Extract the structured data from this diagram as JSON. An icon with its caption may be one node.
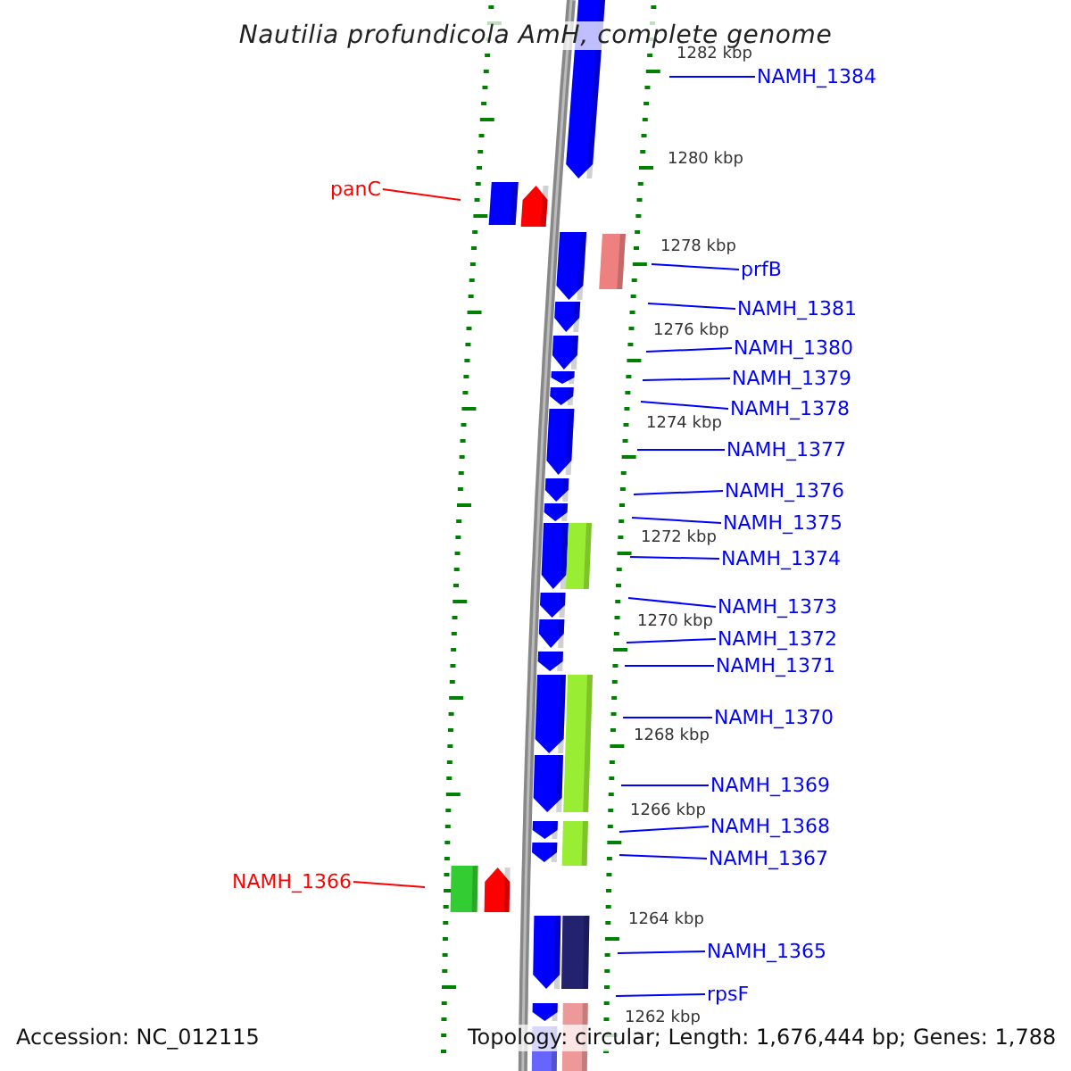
{
  "diagram": {
    "title": "Nautilia profundicola AmH, complete genome",
    "nodes": [
      {
        "text": [
          "NAMH_1384"
        ]
      },
      {
        "text": [
          "panC"
        ]
      },
      {
        "text": [
          "prfB"
        ]
      },
      {
        "text": [
          "NAMH_1381"
        ]
      },
      {
        "text": [
          "NAMH_1380"
        ]
      },
      {
        "text": [
          "NAMH_1379"
        ]
      },
      {
        "text": [
          "NAMH_1378"
        ]
      },
      {
        "text": [
          "NAMH_1377"
        ]
      },
      {
        "text": [
          "NAMH_1376"
        ]
      },
      {
        "text": [
          "NAMH_1375"
        ]
      },
      {
        "text": [
          "NAMH_1374"
        ]
      },
      {
        "text": [
          "NAMH_1373"
        ]
      },
      {
        "text": [
          "NAMH_1372"
        ]
      },
      {
        "text": [
          "NAMH_1371"
        ]
      },
      {
        "text": [
          "NAMH_1370"
        ]
      },
      {
        "text": [
          "NAMH_1369"
        ]
      },
      {
        "text": [
          "NAMH_1368"
        ]
      },
      {
        "text": [
          "NAMH_1367"
        ]
      },
      {
        "text": [
          "NAMH_1366"
        ]
      },
      {
        "text": [
          "NAMH_1365"
        ]
      },
      {
        "text": [
          "rpsF"
        ]
      }
    ],
    "edges": [
      {
        "from": 0,
        "to": null,
        "arrow": "none"
      },
      {
        "from": 1,
        "to": null,
        "arrow": "none",
        "color": "#ff0000"
      },
      {
        "from": 2,
        "to": null,
        "arrow": "none"
      },
      {
        "from": 3,
        "to": null,
        "arrow": "none"
      },
      {
        "from": 4,
        "to": null,
        "arrow": "none"
      },
      {
        "from": 5,
        "to": null,
        "arrow": "none"
      },
      {
        "from": 6,
        "to": null,
        "arrow": "none"
      },
      {
        "from": 7,
        "to": null,
        "arrow": "none"
      },
      {
        "from": 8,
        "to": null,
        "arrow": "none"
      },
      {
        "from": 9,
        "to": null,
        "arrow": "none"
      },
      {
        "from": 10,
        "to": null,
        "arrow": "none"
      },
      {
        "from": 11,
        "to": null,
        "arrow": "none"
      },
      {
        "from": 12,
        "to": null,
        "arrow": "none"
      },
      {
        "from": 13,
        "to": null,
        "arrow": "none"
      },
      {
        "from": 14,
        "to": null,
        "arrow": "none"
      },
      {
        "from": 15,
        "to": null,
        "arrow": "none"
      },
      {
        "from": 16,
        "to": null,
        "arrow": "none"
      },
      {
        "from": 17,
        "to": null,
        "arrow": "none"
      },
      {
        "from": 18,
        "to": null,
        "arrow": "none",
        "color": "#ff0000"
      },
      {
        "from": 19,
        "to": null,
        "arrow": "none"
      },
      {
        "from": 20,
        "to": null,
        "arrow": "none"
      }
    ],
    "labels": [
      "1282 kbp",
      "1280 kbp",
      "1278 kbp",
      "1276 kbp",
      "1274 kbp",
      "1272 kbp",
      "1270 kbp",
      "1268 kbp",
      "1266 kbp",
      "1264 kbp",
      "1262 kbp",
      "Accession: NC_012115",
      "Topology: circular; Length: 1,676,444 bp; Genes: 1,788"
    ]
  }
}
